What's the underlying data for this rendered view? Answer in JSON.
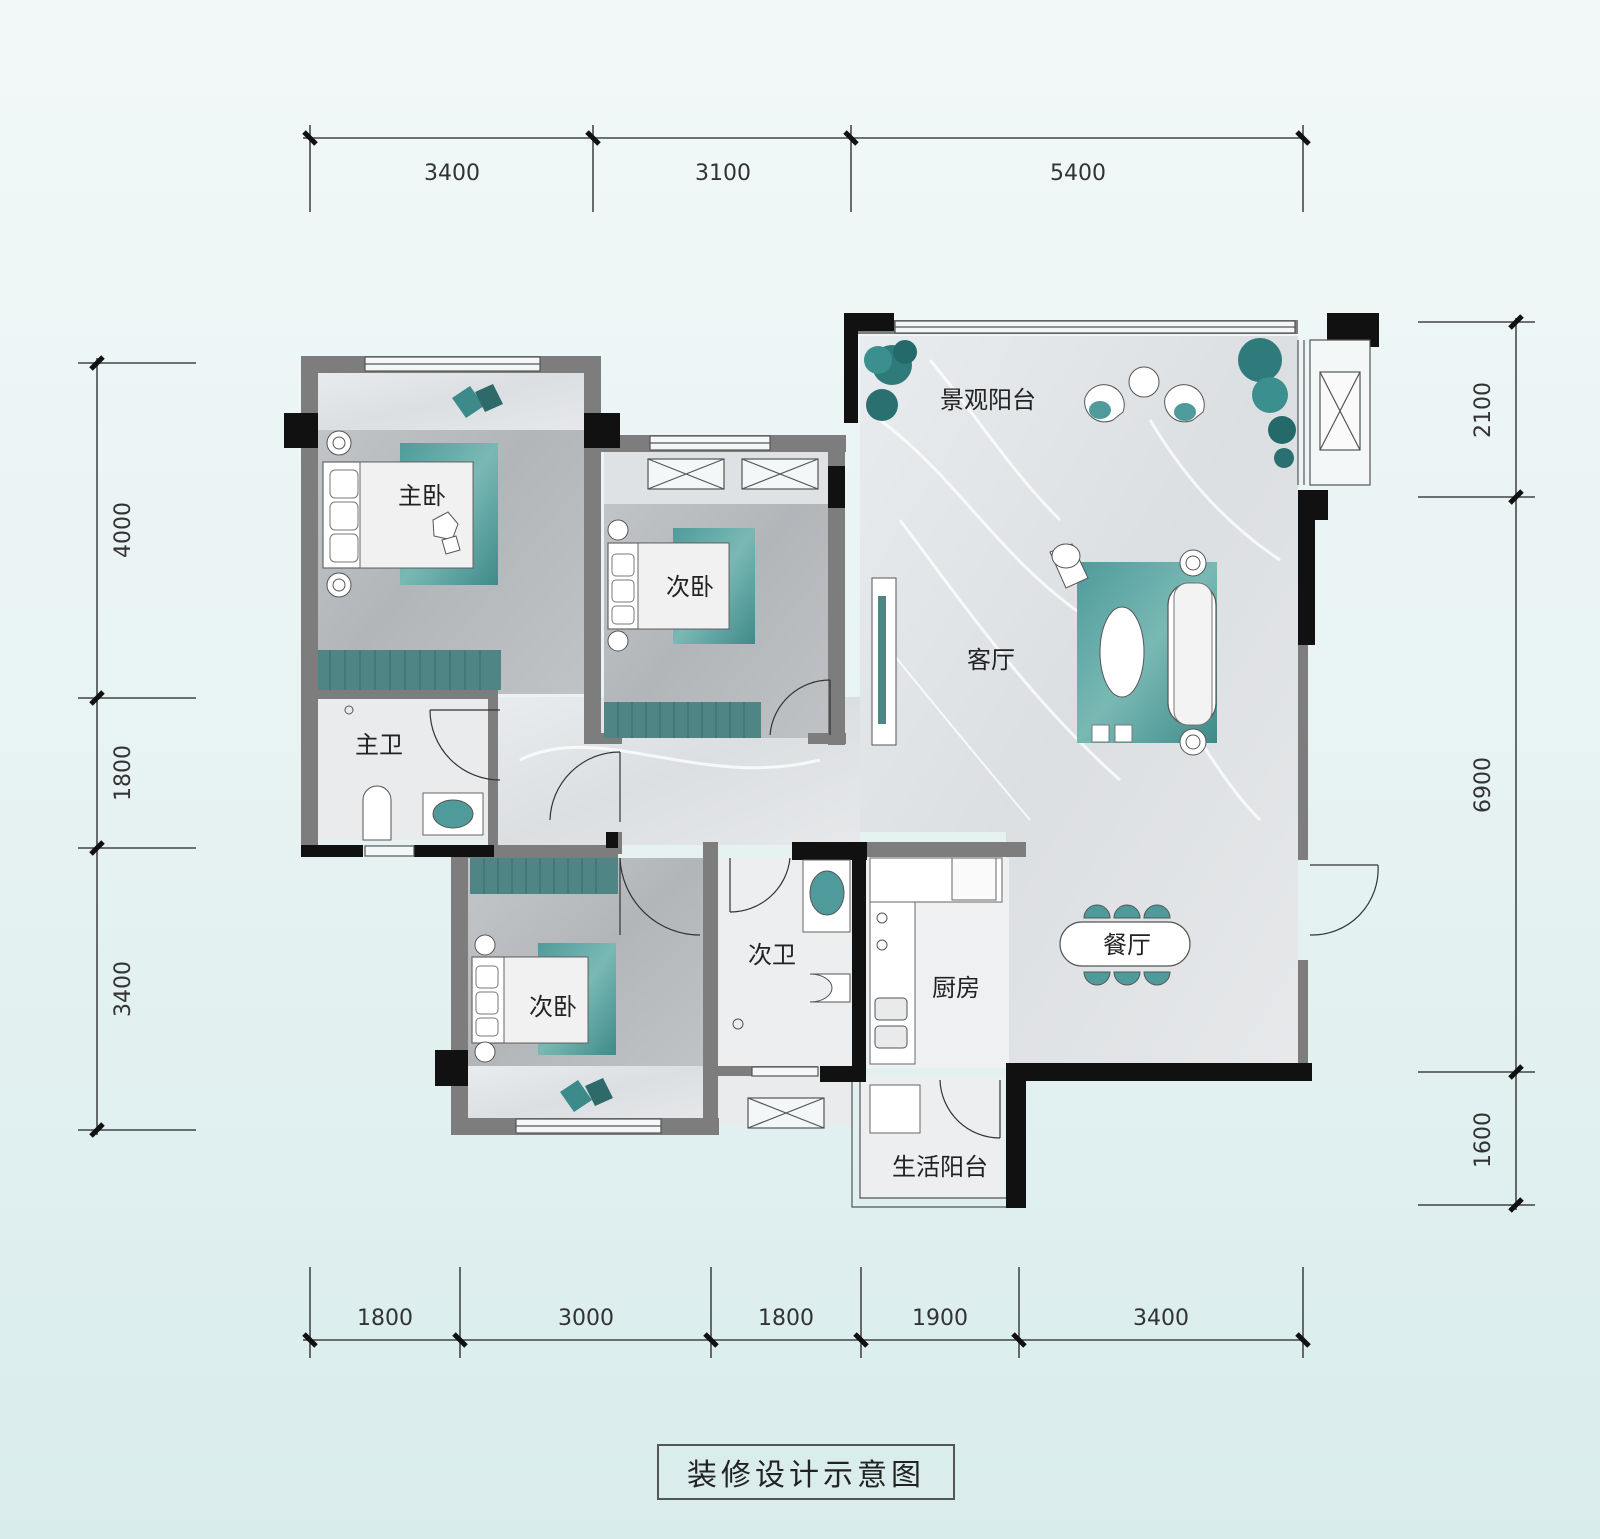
{
  "dimensions": {
    "top": [
      "3400",
      "3100",
      "5400"
    ],
    "bottom": [
      "1800",
      "3000",
      "1800",
      "1900",
      "3400"
    ],
    "left": [
      "4000",
      "1800",
      "3400"
    ],
    "right": [
      "2100",
      "6900",
      "1600"
    ]
  },
  "rooms": {
    "landscape_balcony": "景观阳台",
    "master_bedroom": "主卧",
    "second_bedroom_top": "次卧",
    "living_room": "客厅",
    "master_bath": "主卫",
    "second_bedroom_bottom": "次卧",
    "second_bath": "次卫",
    "kitchen": "厨房",
    "dining_room": "餐厅",
    "utility_balcony": "生活阳台"
  },
  "caption": "装修设计示意图",
  "colors": {
    "wall": "#111111",
    "wall_gray": "#7d7d7d",
    "accent_teal": "#5fa8a8",
    "dark_teal": "#3b7676",
    "floor_light": "#e4e7e9",
    "floor_dark": "#b9bdc0"
  }
}
